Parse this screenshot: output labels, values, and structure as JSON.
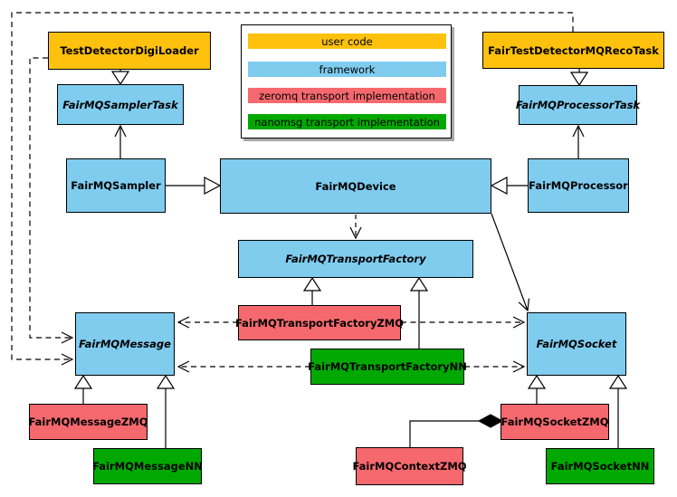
{
  "title": "FairMQ class diagram",
  "colors": {
    "user_code": "#FEC10D",
    "framework": "#7FCCEF",
    "zeromq": "#F5696E",
    "nanomsg": "#00A800",
    "line": "#000000",
    "legend_shadow": "#a9a9a9"
  },
  "legend": {
    "items": [
      {
        "label": "user code",
        "color": "#FEC10D"
      },
      {
        "label": "framework",
        "color": "#7FCCEF"
      },
      {
        "label": "zeromq transport implementation",
        "color": "#F5696E"
      },
      {
        "label": "nanomsg transport implementation",
        "color": "#00A800"
      }
    ]
  },
  "nodes": {
    "digiLoader": {
      "label": "TestDetectorDigiLoader",
      "category": "user code",
      "abstract": false
    },
    "recoTask": {
      "label": "FairTestDetectorMQRecoTask",
      "category": "user code",
      "abstract": false
    },
    "samplerTask": {
      "label": "FairMQSamplerTask",
      "category": "framework",
      "abstract": true
    },
    "processorTask": {
      "label": "FairMQProcessorTask",
      "category": "framework",
      "abstract": true
    },
    "sampler": {
      "label": "FairMQSampler",
      "category": "framework",
      "abstract": false
    },
    "device": {
      "label": "FairMQDevice",
      "category": "framework",
      "abstract": false
    },
    "processor": {
      "label": "FairMQProcessor",
      "category": "framework",
      "abstract": false
    },
    "transportFactory": {
      "label": "FairMQTransportFactory",
      "category": "framework",
      "abstract": true
    },
    "transportFactoryZMQ": {
      "label": "FairMQTransportFactoryZMQ",
      "category": "zeromq",
      "abstract": false
    },
    "transportFactoryNN": {
      "label": "FairMQTransportFactoryNN",
      "category": "nanomsg",
      "abstract": false
    },
    "message": {
      "label": "FairMQMessage",
      "category": "framework",
      "abstract": true
    },
    "socket": {
      "label": "FairMQSocket",
      "category": "framework",
      "abstract": true
    },
    "messageZMQ": {
      "label": "FairMQMessageZMQ",
      "category": "zeromq",
      "abstract": false
    },
    "messageNN": {
      "label": "FairMQMessageNN",
      "category": "nanomsg",
      "abstract": false
    },
    "socketZMQ": {
      "label": "FairMQSocketZMQ",
      "category": "zeromq",
      "abstract": false
    },
    "socketNN": {
      "label": "FairMQSocketNN",
      "category": "nanomsg",
      "abstract": false
    },
    "contextZMQ": {
      "label": "FairMQContextZMQ",
      "category": "zeromq",
      "abstract": false
    }
  },
  "relations": [
    {
      "from": "TestDetectorDigiLoader",
      "to": "FairMQSamplerTask",
      "kind": "generalization"
    },
    {
      "from": "FairTestDetectorMQRecoTask",
      "to": "FairMQProcessorTask",
      "kind": "generalization"
    },
    {
      "from": "FairMQSampler",
      "to": "FairMQSamplerTask",
      "kind": "association"
    },
    {
      "from": "FairMQProcessor",
      "to": "FairMQProcessorTask",
      "kind": "association"
    },
    {
      "from": "FairMQSampler",
      "to": "FairMQDevice",
      "kind": "generalization"
    },
    {
      "from": "FairMQProcessor",
      "to": "FairMQDevice",
      "kind": "generalization"
    },
    {
      "from": "FairMQDevice",
      "to": "FairMQTransportFactory",
      "kind": "dependency"
    },
    {
      "from": "FairMQDevice",
      "to": "FairMQSocket",
      "kind": "association"
    },
    {
      "from": "FairMQTransportFactoryZMQ",
      "to": "FairMQTransportFactory",
      "kind": "generalization"
    },
    {
      "from": "FairMQTransportFactoryNN",
      "to": "FairMQTransportFactory",
      "kind": "generalization"
    },
    {
      "from": "FairMQTransportFactoryZMQ",
      "to": "FairMQMessage",
      "kind": "dependency"
    },
    {
      "from": "FairMQTransportFactoryZMQ",
      "to": "FairMQSocket",
      "kind": "dependency"
    },
    {
      "from": "FairMQTransportFactoryNN",
      "to": "FairMQMessage",
      "kind": "dependency"
    },
    {
      "from": "FairMQTransportFactoryNN",
      "to": "FairMQSocket",
      "kind": "dependency"
    },
    {
      "from": "TestDetectorDigiLoader",
      "to": "FairMQMessage",
      "kind": "dependency"
    },
    {
      "from": "FairTestDetectorMQRecoTask",
      "to": "FairMQMessage",
      "kind": "dependency"
    },
    {
      "from": "FairMQMessageZMQ",
      "to": "FairMQMessage",
      "kind": "generalization"
    },
    {
      "from": "FairMQMessageNN",
      "to": "FairMQMessage",
      "kind": "generalization"
    },
    {
      "from": "FairMQSocketZMQ",
      "to": "FairMQSocket",
      "kind": "generalization"
    },
    {
      "from": "FairMQSocketNN",
      "to": "FairMQSocket",
      "kind": "generalization"
    },
    {
      "from": "FairMQContextZMQ",
      "to": "FairMQSocketZMQ",
      "kind": "composition"
    }
  ]
}
